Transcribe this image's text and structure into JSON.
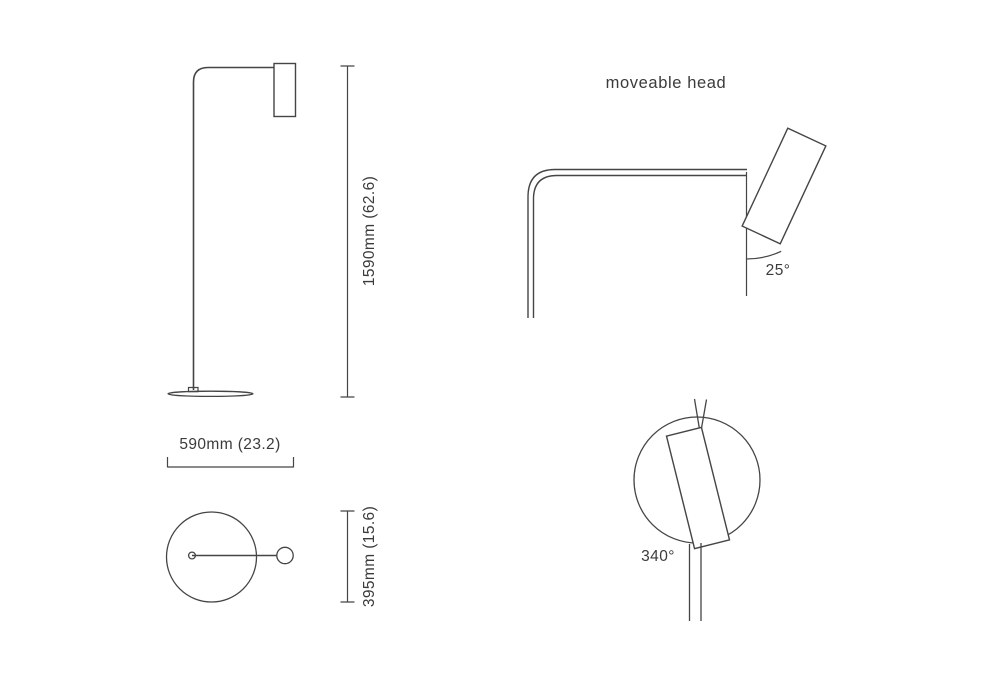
{
  "diagram": {
    "background": "#ffffff",
    "line_color": "#454545",
    "text_color": "#3b3b3b",
    "side_view": {
      "height_dimension": "1590mm (62.6)"
    },
    "top_view": {
      "width_dimension": "590mm (23.2)",
      "depth_dimension": "395mm (15.6)"
    },
    "head_detail": {
      "title": "moveable head",
      "tilt_angle": "25°",
      "rotation_angle": "340°"
    }
  }
}
